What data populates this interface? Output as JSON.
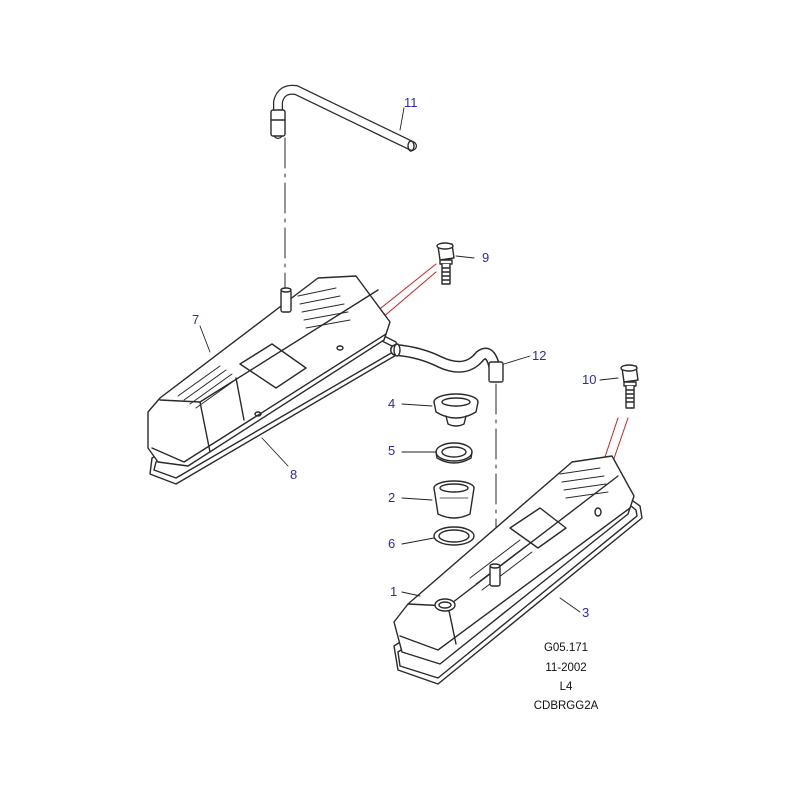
{
  "colors": {
    "label": "#2b2bb0",
    "leader": "#222222",
    "accent": "#cc2222",
    "page": "#ffffff",
    "outline": "#2a2a2a"
  },
  "callouts": [
    {
      "id": "callout-11",
      "number": "11"
    },
    {
      "id": "callout-9",
      "number": "9"
    },
    {
      "id": "callout-7",
      "number": "7"
    },
    {
      "id": "callout-12",
      "number": "12"
    },
    {
      "id": "callout-10",
      "number": "10"
    },
    {
      "id": "callout-4",
      "number": "4"
    },
    {
      "id": "callout-5",
      "number": "5"
    },
    {
      "id": "callout-8",
      "number": "8"
    },
    {
      "id": "callout-2",
      "number": "2"
    },
    {
      "id": "callout-6",
      "number": "6"
    },
    {
      "id": "callout-1",
      "number": "1"
    },
    {
      "id": "callout-3",
      "number": "3"
    }
  ],
  "reference": {
    "illustration_code": "G05.171",
    "date": "11-2002",
    "level": "L4",
    "diagram_code": "CDBRGG2A"
  }
}
